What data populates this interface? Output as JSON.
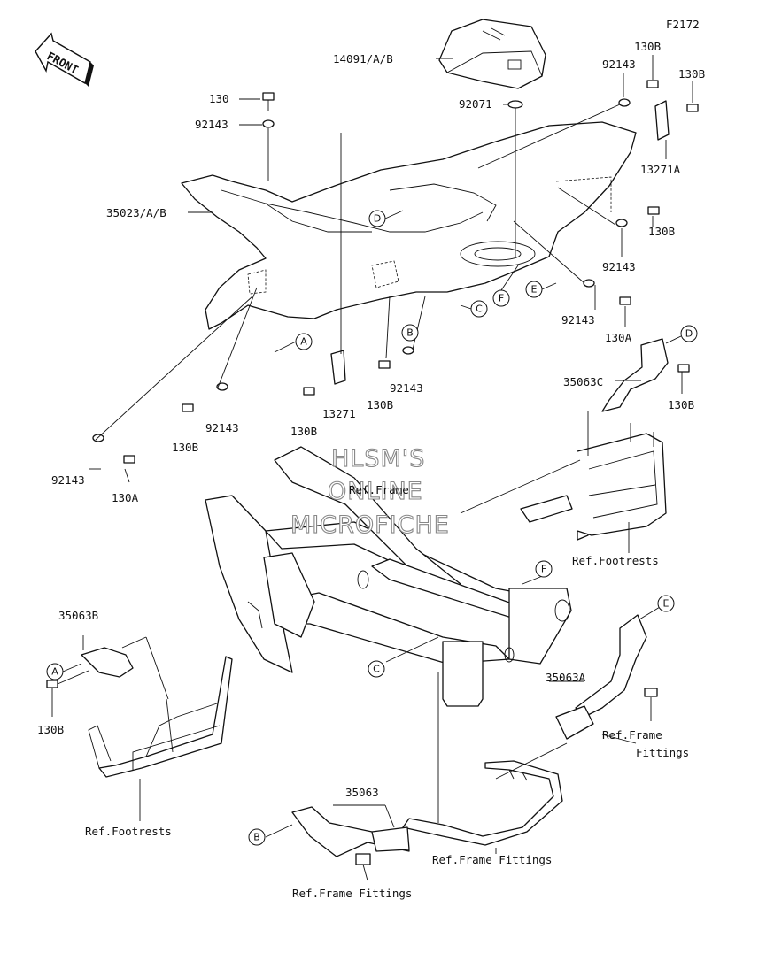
{
  "diagram_code": "F2172",
  "front_label": "FRONT",
  "watermark": [
    "HLSM'S",
    "ONLINE",
    "MICROFICHE"
  ],
  "part_labels": {
    "p14091": "14091/A/B",
    "p92071": "92071",
    "p130_top": "130",
    "p92143_top": "92143",
    "p35023": "35023/A/B",
    "p92143_r1": "92143",
    "p130b_r1": "130B",
    "p130b_r2": "130B",
    "p13271a": "13271A",
    "p130b_r3": "130B",
    "p92143_r2": "92143",
    "p92143_r3": "92143",
    "p130a_r": "130A",
    "p35063c": "35063C",
    "p130b_r4": "130B",
    "p92143_mid": "92143",
    "p130b_mid": "130B",
    "p13271": "13271",
    "p130b_mid2": "130B",
    "p92143_left": "92143",
    "p130b_left": "130B",
    "p92143_ll": "92143",
    "p130a_ll": "130A",
    "p35063b": "35063B",
    "p130b_ll2": "130B",
    "p35063a": "35063A",
    "p35063": "35063"
  },
  "ref_labels": {
    "ref_frame": "Ref.Frame",
    "ref_footrests_r": "Ref.Footrests",
    "ref_footrests_l": "Ref.Footrests",
    "ref_frame_fittings_r1": "Ref.Frame",
    "ref_frame_fittings_r2": "Fittings",
    "ref_frame_fittings_mid": "Ref.Frame Fittings",
    "ref_frame_fittings_bot": "Ref.Frame Fittings"
  },
  "callouts": {
    "A1": "A",
    "B1": "B",
    "C1": "C",
    "D1": "D",
    "E1": "E",
    "F1": "F",
    "D2": "D",
    "F2": "F",
    "C2": "C",
    "E2": "E",
    "A2": "A",
    "B2": "B"
  }
}
